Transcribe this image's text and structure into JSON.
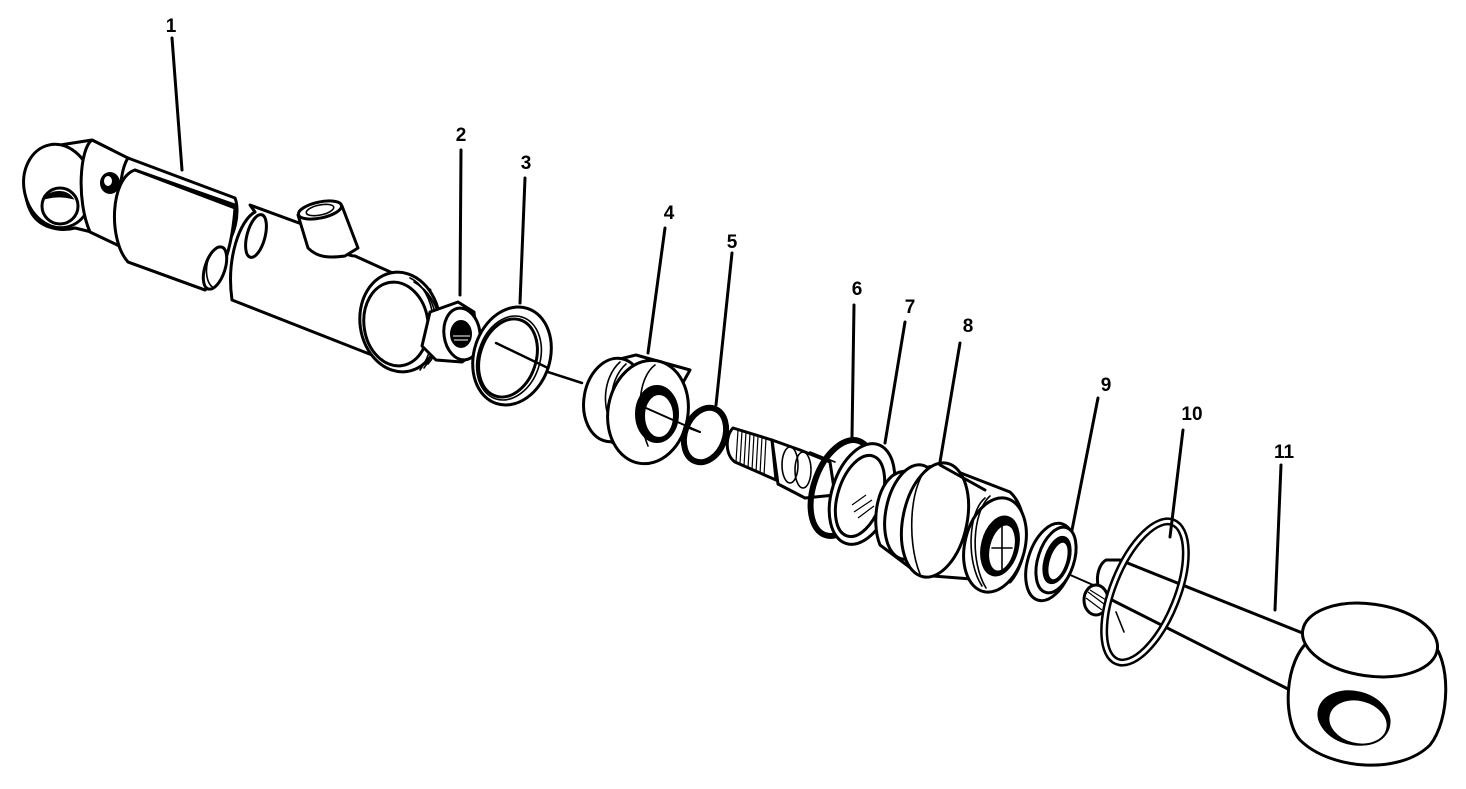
{
  "diagram": {
    "type": "exploded-view",
    "subject": "hydraulic cylinder assembly",
    "callouts": [
      {
        "id": "1",
        "label": "1",
        "part": "cylinder-barrel"
      },
      {
        "id": "2",
        "label": "2",
        "part": "hex-nut"
      },
      {
        "id": "3",
        "label": "3",
        "part": "seal-ring"
      },
      {
        "id": "4",
        "label": "4",
        "part": "piston"
      },
      {
        "id": "5",
        "label": "5",
        "part": "o-ring"
      },
      {
        "id": "6",
        "label": "6",
        "part": "o-ring"
      },
      {
        "id": "7",
        "label": "7",
        "part": "backup-washer"
      },
      {
        "id": "8",
        "label": "8",
        "part": "gland"
      },
      {
        "id": "9",
        "label": "9",
        "part": "rod-seal"
      },
      {
        "id": "10",
        "label": "10",
        "part": "retaining-ring"
      },
      {
        "id": "11",
        "label": "11",
        "part": "piston-rod"
      }
    ]
  }
}
